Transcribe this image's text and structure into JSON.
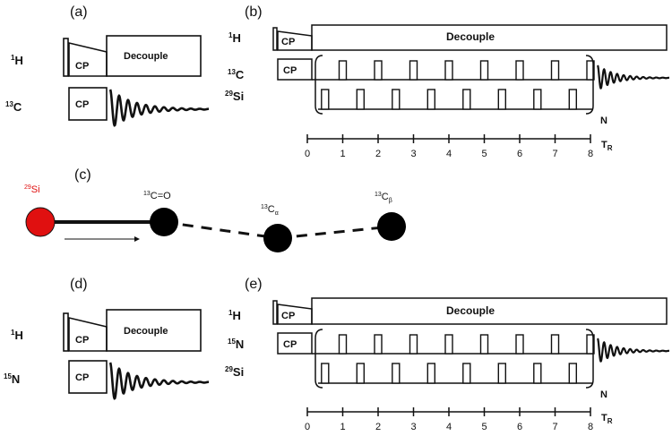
{
  "panels": {
    "a": {
      "letter": "(a)",
      "ch1_sup": "1",
      "ch1": "H",
      "ch2_sup": "13",
      "ch2": "C",
      "cp": "CP",
      "decouple": "Decouple"
    },
    "b": {
      "letter": "(b)",
      "ch1_sup": "1",
      "ch1": "H",
      "ch2_sup": "13",
      "ch2": "C",
      "ch3_sup": "29",
      "ch3": "Si",
      "cp": "CP",
      "decouple": "Decouple",
      "n": "N",
      "tr": "T",
      "tr_sub": "R"
    },
    "c": {
      "letter": "(c)",
      "si_sup": "29",
      "si": "Si",
      "co_sup": "13",
      "co": "C=O",
      "ca_sup": "13",
      "ca": "C",
      "ca_sub": "α",
      "cb_sup": "13",
      "cb": "C",
      "cb_sub": "β"
    },
    "d": {
      "letter": "(d)",
      "ch1_sup": "1",
      "ch1": "H",
      "ch2_sup": "15",
      "ch2": "N",
      "cp": "CP",
      "decouple": "Decouple"
    },
    "e": {
      "letter": "(e)",
      "ch1_sup": "1",
      "ch1": "H",
      "ch2_sup": "15",
      "ch2": "N",
      "ch3_sup": "29",
      "ch3": "Si",
      "cp": "CP",
      "decouple": "Decouple",
      "n": "N",
      "tr": "T",
      "tr_sub": "R"
    }
  },
  "rotor_ticks": [
    "0",
    "1",
    "2",
    "3",
    "4",
    "5",
    "6",
    "7",
    "8"
  ],
  "colors": {
    "si_atom": "#e01010",
    "carbon_atom": "#000000",
    "line": "#111111"
  }
}
